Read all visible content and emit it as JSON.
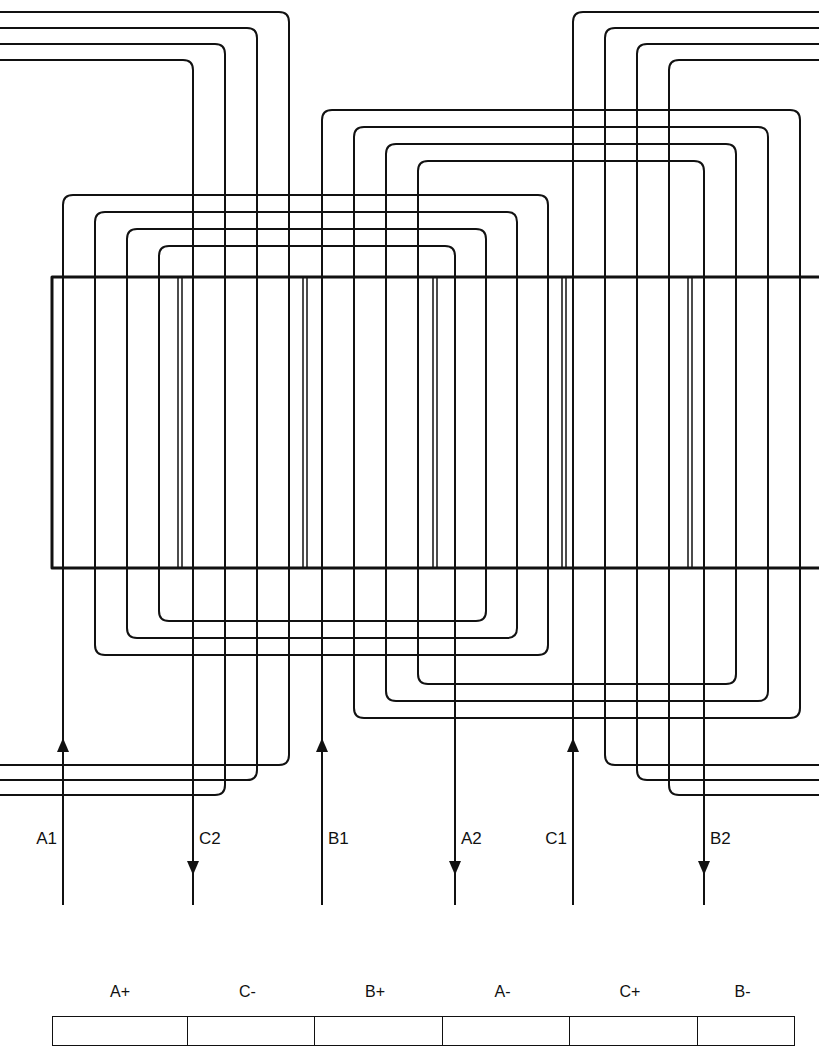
{
  "diagram": {
    "nodes": [
      {
        "text": [
          "A+"
        ]
      },
      {
        "text": [
          "C-"
        ]
      },
      {
        "text": [
          "B+"
        ]
      },
      {
        "text": [
          "A-"
        ]
      },
      {
        "text": [
          "C+"
        ]
      },
      {
        "text": [
          "B-"
        ]
      }
    ],
    "labels": [
      "A1",
      "C2",
      "B1",
      "A2",
      "C1",
      "B2"
    ]
  }
}
